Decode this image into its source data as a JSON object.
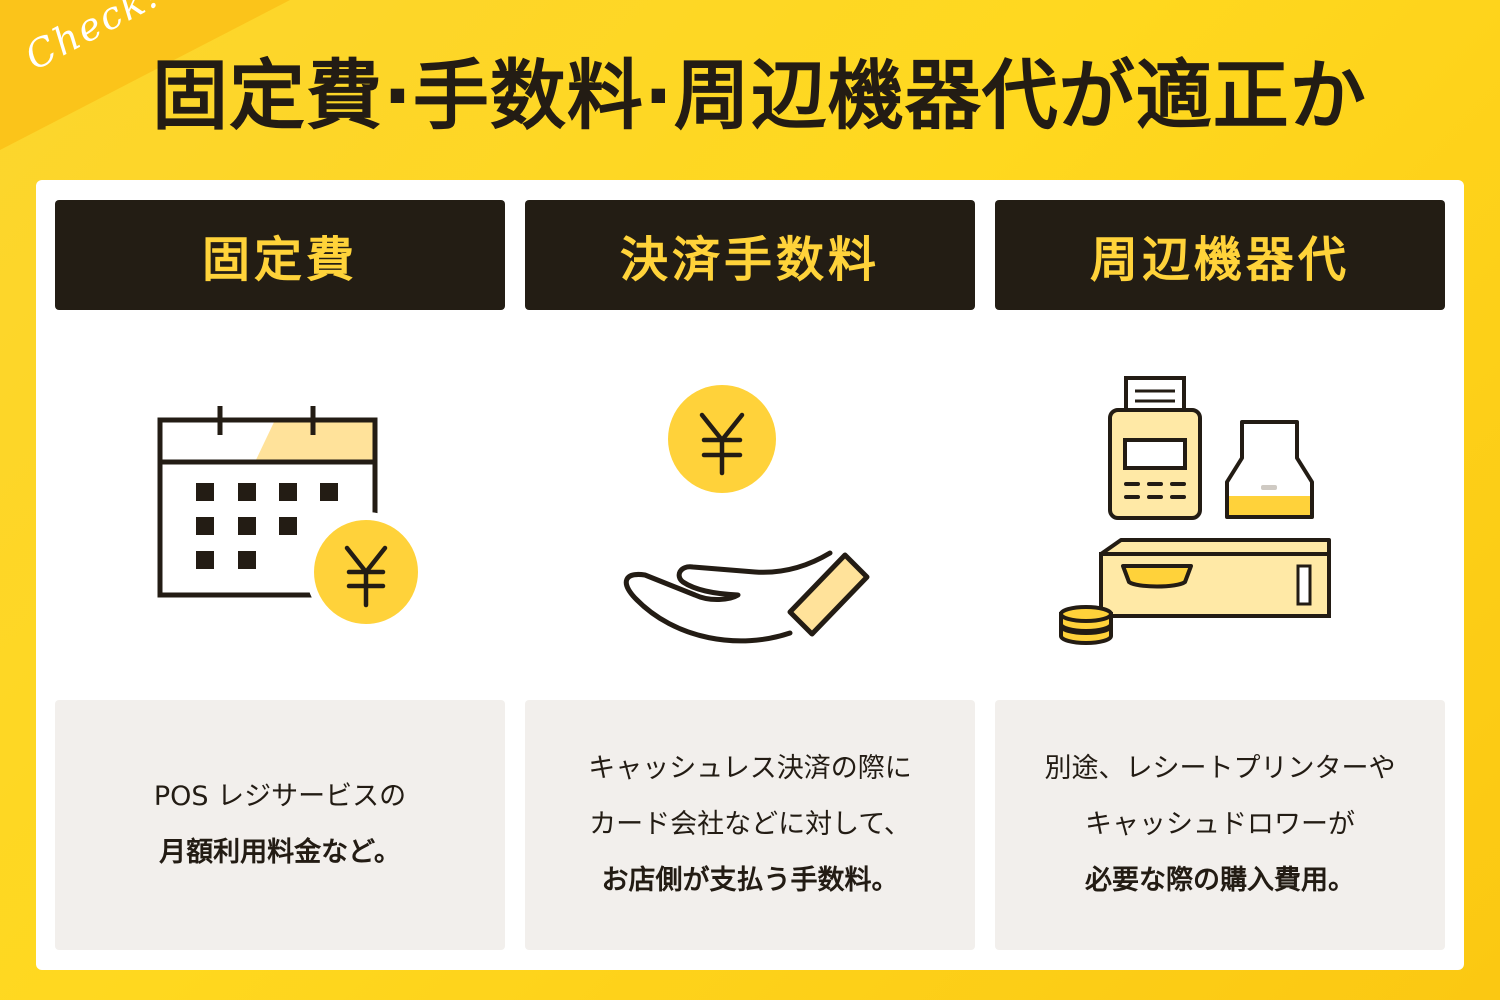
{
  "header": {
    "check_label": "Check!",
    "title": "固定費·手数料·周辺機器代が適正か"
  },
  "columns": [
    {
      "title": "固定費",
      "icon": "calendar-yen-icon",
      "lines": [
        "POS レジサービスの"
      ],
      "strong_lines": [
        "月額利用料金など。"
      ]
    },
    {
      "title": "決済手数料",
      "icon": "hand-yen-coin-icon",
      "lines": [
        "キャッシュレス決済の際に",
        "カード会社などに対して、"
      ],
      "strong_lines": [
        "お店側が支払う手数料。"
      ]
    },
    {
      "title": "周辺機器代",
      "icon": "register-peripherals-icon",
      "lines": [
        "別途、レシートプリンターや",
        "キャッシュドロワーが"
      ],
      "strong_lines": [
        "必要な際の購入費用。"
      ]
    }
  ],
  "colors": {
    "background": "#ffd81f",
    "header_bg": "#231d14",
    "header_text": "#ffd33a",
    "accent_yellow": "#ffd23a",
    "light_yellow": "#ffe9a6",
    "desc_bg": "#f2efec"
  }
}
